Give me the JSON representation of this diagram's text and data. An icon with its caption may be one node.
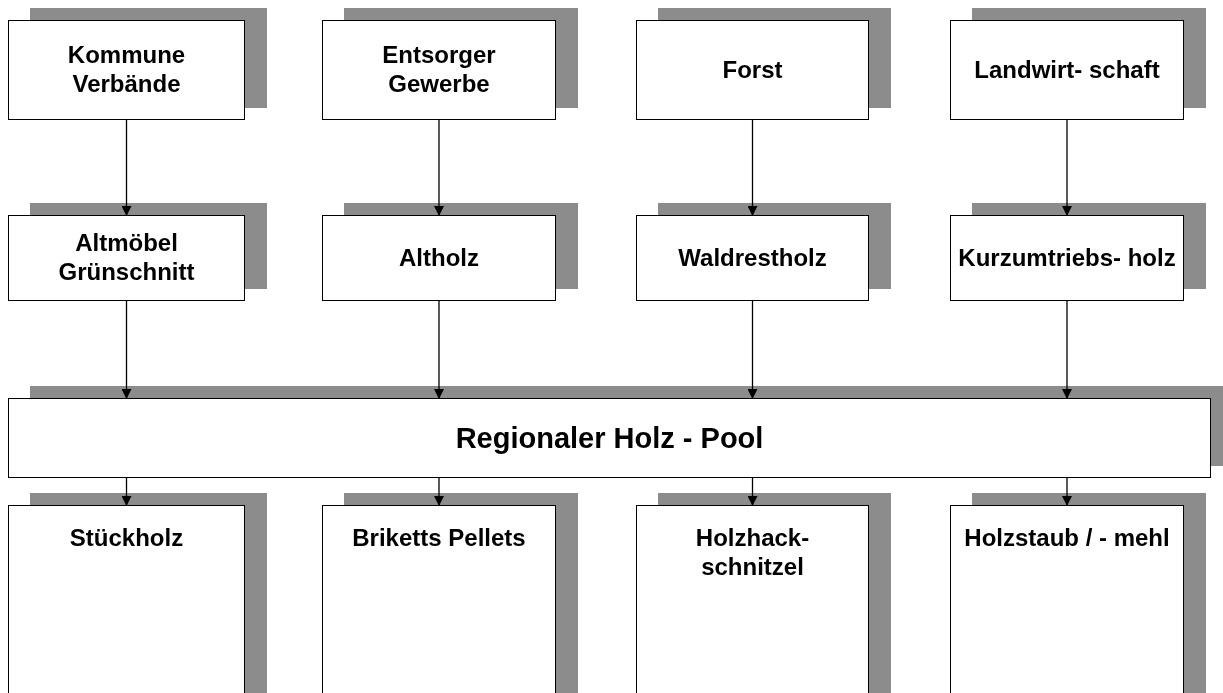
{
  "diagram": {
    "nodes": [
      {
        "text": [
          "Kommune Verbände"
        ]
      },
      {
        "text": [
          "Entsorger Gewerbe"
        ]
      },
      {
        "text": [
          "Forst"
        ]
      },
      {
        "text": [
          "Landwirt- schaft"
        ]
      },
      {
        "text": [
          "Altmöbel Grünschnitt"
        ]
      },
      {
        "text": [
          "Altholz"
        ]
      },
      {
        "text": [
          "Waldrestholz"
        ]
      },
      {
        "text": [
          "Kurzumtriebs- holz"
        ]
      },
      {
        "text": [
          "Regionaler Holz - Pool"
        ]
      },
      {
        "text": [
          "Stückholz"
        ]
      },
      {
        "text": [
          "Briketts Pellets"
        ]
      },
      {
        "text": [
          "Holzhack- schnitzel"
        ]
      },
      {
        "text": [
          "Holzstaub / - mehl"
        ]
      }
    ],
    "edges": [
      {
        "from": 0,
        "to": 4,
        "arrow": "to"
      },
      {
        "from": 1,
        "to": 5,
        "arrow": "to"
      },
      {
        "from": 2,
        "to": 6,
        "arrow": "to"
      },
      {
        "from": 3,
        "to": 7,
        "arrow": "to"
      },
      {
        "from": 4,
        "to": 8,
        "arrow": "to"
      },
      {
        "from": 5,
        "to": 8,
        "arrow": "to"
      },
      {
        "from": 6,
        "to": 8,
        "arrow": "to"
      },
      {
        "from": 7,
        "to": 8,
        "arrow": "to"
      },
      {
        "from": 8,
        "to": 9,
        "arrow": "to"
      },
      {
        "from": 8,
        "to": 10,
        "arrow": "to"
      },
      {
        "from": 8,
        "to": 11,
        "arrow": "to"
      },
      {
        "from": 8,
        "to": 12,
        "arrow": "to"
      }
    ]
  }
}
